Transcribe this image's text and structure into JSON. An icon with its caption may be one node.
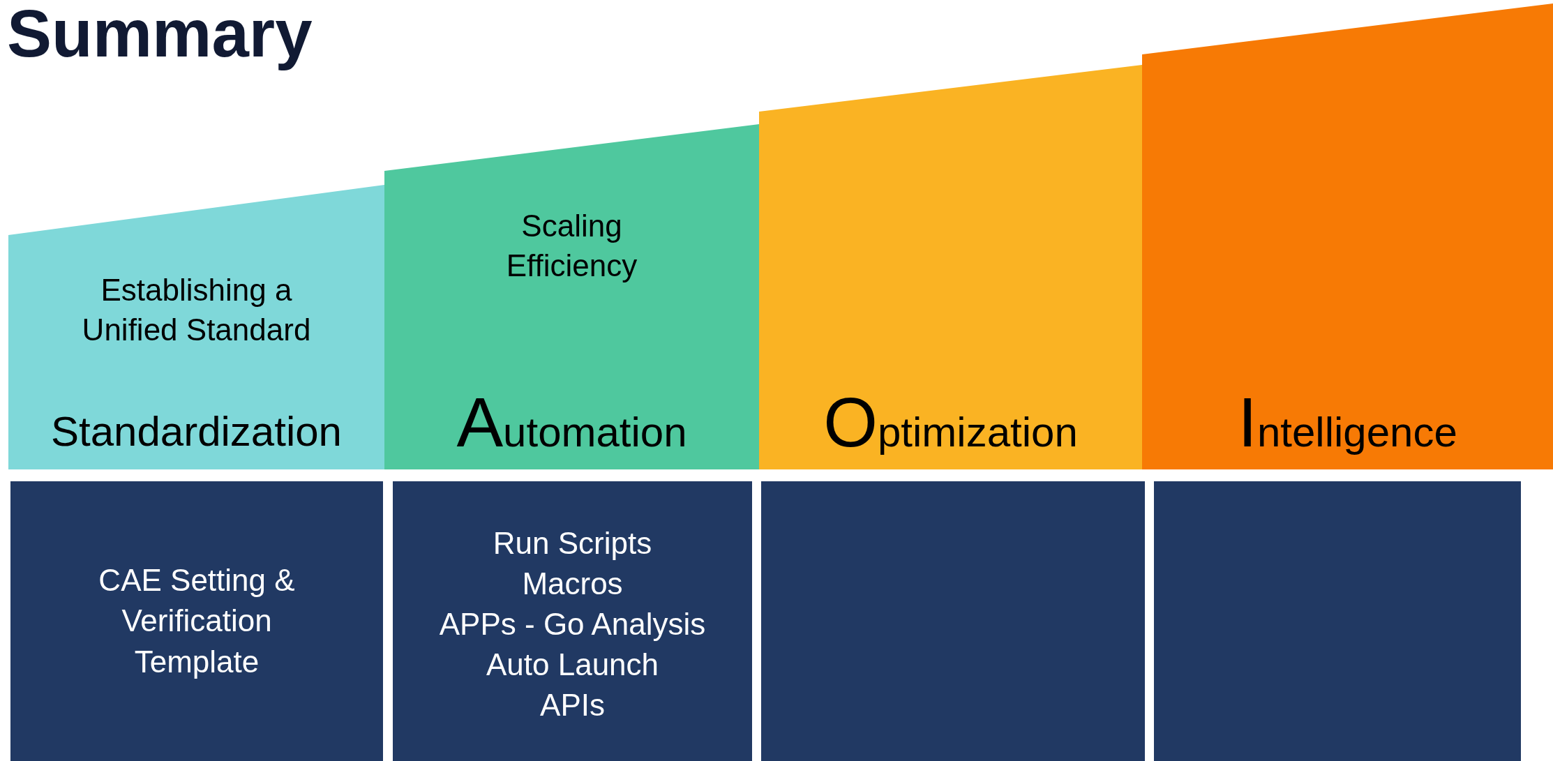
{
  "diagram": {
    "title": "Summary",
    "nodes": [
      {
        "text": [
          "Establishing a Unified Standard",
          "Standardization"
        ]
      },
      {
        "text": [
          "Scaling Efficiency",
          "Automation"
        ]
      },
      {
        "text": [
          "Optimization"
        ]
      },
      {
        "text": [
          "Intelligence"
        ]
      },
      {
        "text": [
          "CAE Setting & Verification Template"
        ]
      },
      {
        "text": [
          "Run Scripts",
          "Macros",
          "APPs - Go Analysis",
          "Auto Launch",
          "APIs"
        ]
      },
      {
        "text": [],
        "shape": "box"
      },
      {
        "text": [],
        "shape": "box"
      }
    ],
    "edges": []
  }
}
